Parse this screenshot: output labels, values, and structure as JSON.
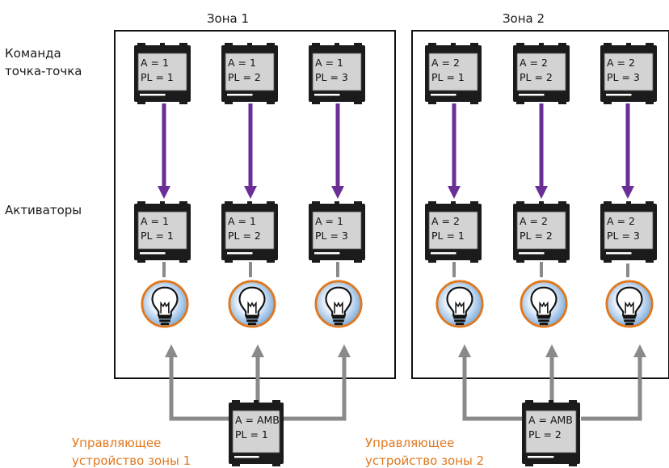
{
  "zones": [
    {
      "title": "Зона 1",
      "commands": [
        {
          "a": "A = 1",
          "pl": "PL = 1"
        },
        {
          "a": "A = 1",
          "pl": "PL = 2"
        },
        {
          "a": "A = 1",
          "pl": "PL = 3"
        }
      ],
      "actuators": [
        {
          "a": "A = 1",
          "pl": "PL = 1"
        },
        {
          "a": "A = 1",
          "pl": "PL = 2"
        },
        {
          "a": "A = 1",
          "pl": "PL = 3"
        }
      ],
      "controller": {
        "a": "A = AMB",
        "pl": "PL = 1",
        "label_line1": "Управляющее",
        "label_line2": "устройство зоны 1"
      }
    },
    {
      "title": "Зона 2",
      "commands": [
        {
          "a": "A = 2",
          "pl": "PL = 1"
        },
        {
          "a": "A = 2",
          "pl": "PL = 2"
        },
        {
          "a": "A = 2",
          "pl": "PL = 3"
        }
      ],
      "actuators": [
        {
          "a": "A = 2",
          "pl": "PL = 1"
        },
        {
          "a": "A = 2",
          "pl": "PL = 2"
        },
        {
          "a": "A = 2",
          "pl": "PL = 3"
        }
      ],
      "controller": {
        "a": "A = AMB",
        "pl": "PL = 2",
        "label_line1": "Управляющее",
        "label_line2": "устройство зоны 2"
      }
    }
  ],
  "labels": {
    "command_line1": "Команда",
    "command_line2": "точка-точка",
    "actuators": "Активаторы"
  },
  "colors": {
    "purple_arrow": "#6a2f96",
    "gray_arrow": "#8a8a8a",
    "controller_label": "#e0781e",
    "bulb_ring": "#e0781e",
    "bulb_fill": "#6fa3d8"
  },
  "icons": {
    "bulb": "light-bulb-icon",
    "device": "device-module-icon"
  }
}
